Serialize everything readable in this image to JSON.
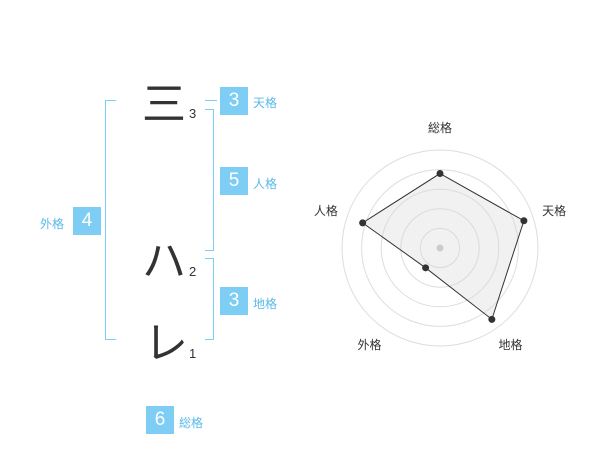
{
  "name": {
    "chars": [
      {
        "char": "三",
        "strokes": "3"
      },
      {
        "char": "ハ",
        "strokes": "2"
      },
      {
        "char": "レ",
        "strokes": "1"
      }
    ]
  },
  "kakusu": {
    "tenkaku": {
      "value": "3",
      "label": "天格"
    },
    "jinkaku": {
      "value": "5",
      "label": "人格"
    },
    "chikaku": {
      "value": "3",
      "label": "地格"
    },
    "gaikaku": {
      "value": "4",
      "label": "外格"
    },
    "soukaku": {
      "value": "6",
      "label": "総格"
    }
  },
  "colors": {
    "accent": "#7dcdf5",
    "label": "#58b9ea",
    "text": "#333333"
  },
  "chart_data": {
    "type": "radar",
    "axes": [
      "総格",
      "天格",
      "地格",
      "外格",
      "人格"
    ],
    "values": [
      0.76,
      0.9,
      0.9,
      0.25,
      0.83
    ],
    "max": 1,
    "rings": 5
  }
}
